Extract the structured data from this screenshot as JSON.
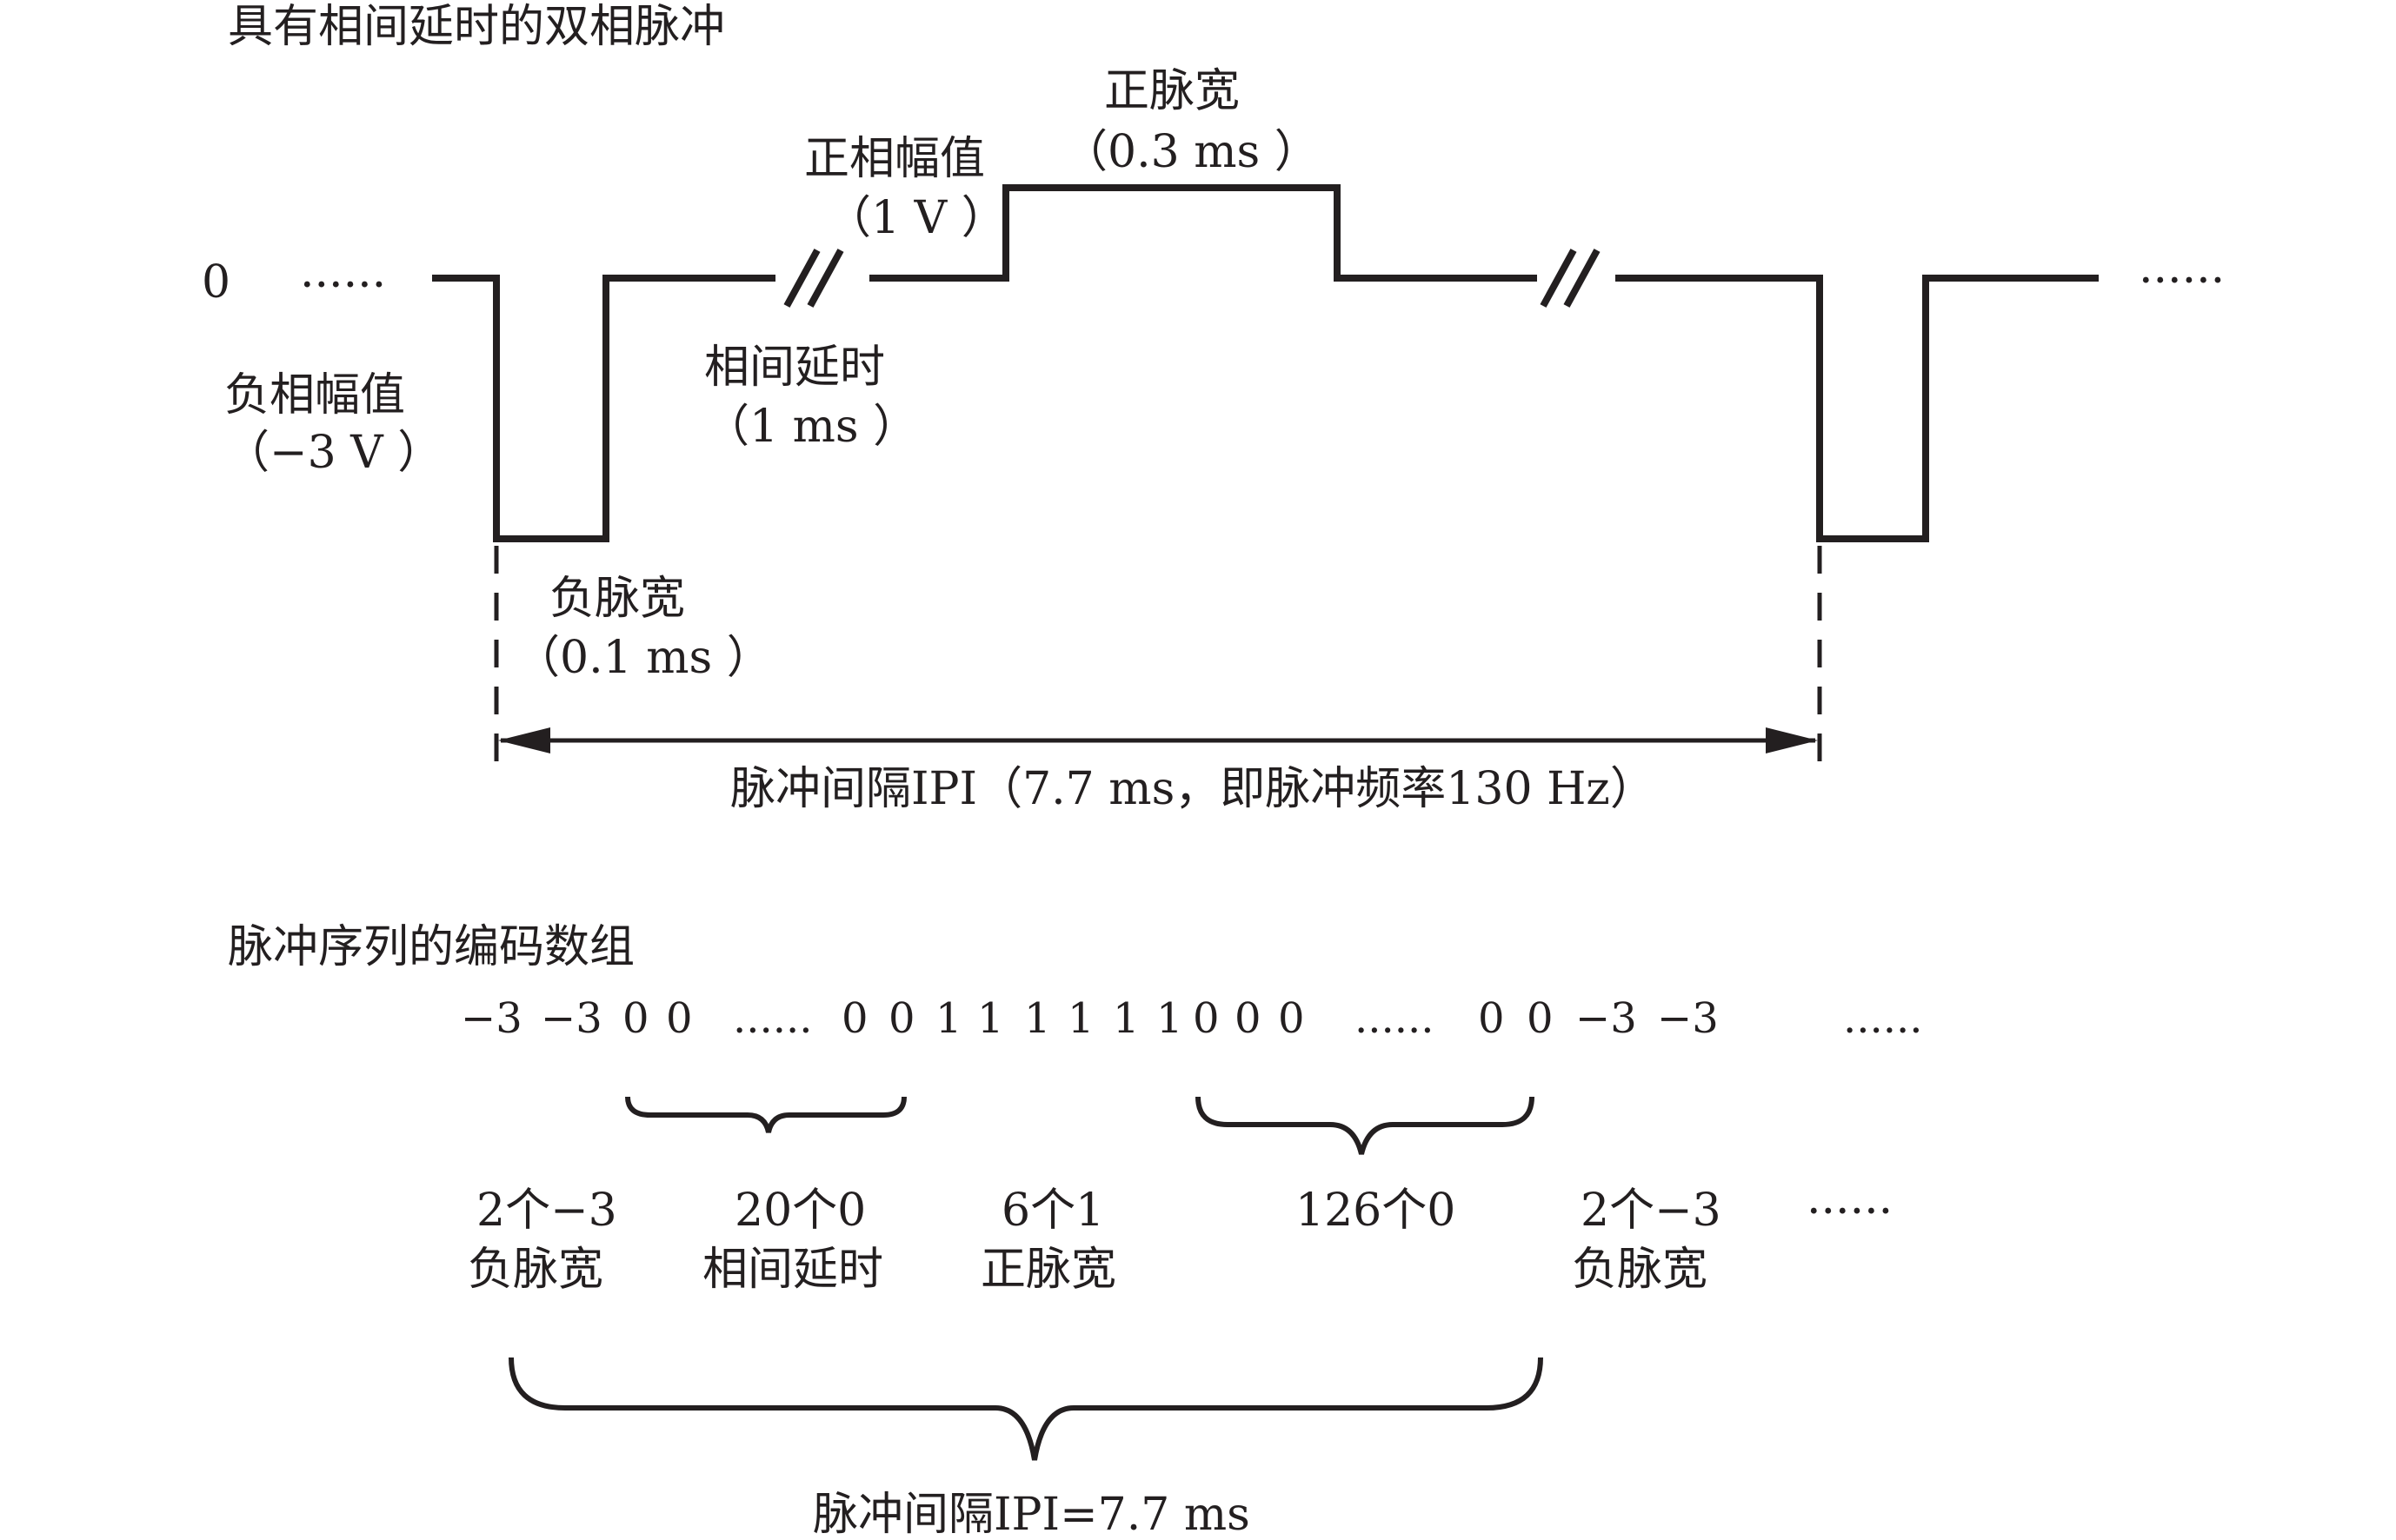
{
  "waveform": {
    "title": "具有相间延时的双相脉冲",
    "zero_label": "0",
    "left_dots": "......",
    "right_dots": "......",
    "negative_amplitude": {
      "name": "负相幅值",
      "value": "（−3 V ）"
    },
    "negative_width": {
      "name": "负脉宽",
      "value": "（0.1 ms ）"
    },
    "interphase_delay": {
      "name": "相间延时",
      "value": "（1 ms ）"
    },
    "positive_amplitude": {
      "name": "正相幅值",
      "value": "（1 V ）"
    },
    "positive_width": {
      "name": "正脉宽",
      "value": "（0.3 ms ）"
    },
    "ipi_label": "脉冲间隔IPI（7.7 ms，即脉冲频率130 Hz）"
  },
  "encoding": {
    "title": "脉冲序列的编码数组",
    "sequence": [
      "−3",
      "−3",
      "0",
      "0",
      "......",
      "0",
      "0",
      "1",
      "1",
      "1",
      "1",
      "1",
      "1",
      "0",
      "0",
      "0",
      "......",
      "0",
      "0",
      "−3",
      "−3",
      "......"
    ],
    "groups": [
      {
        "count": "2个−3",
        "meaning": "负脉宽"
      },
      {
        "count": "20个0",
        "meaning": "相间延时"
      },
      {
        "count": "6个1",
        "meaning": "正脉宽"
      },
      {
        "count": "126个0",
        "meaning": ""
      },
      {
        "count": "2个−3",
        "meaning": "负脉宽"
      }
    ],
    "trailing_dots": "......",
    "ipi_label": "脉冲间隔IPI=7.7 ms"
  }
}
